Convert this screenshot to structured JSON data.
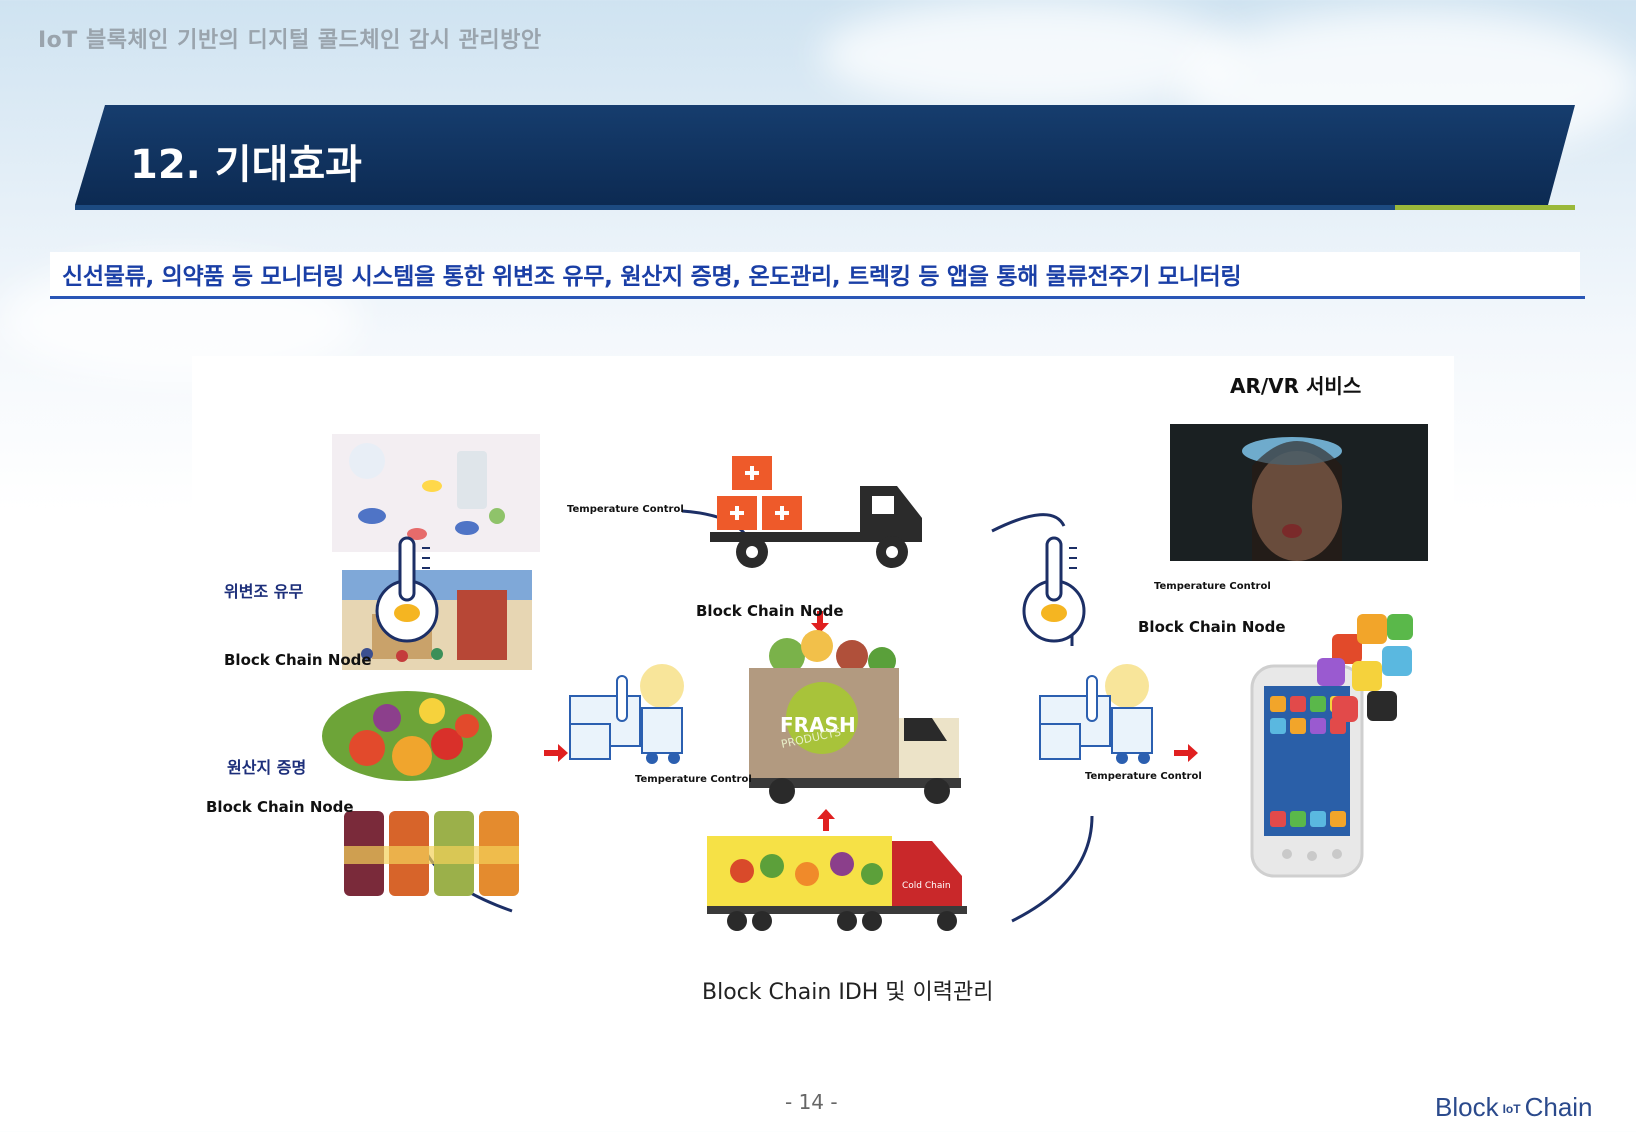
{
  "header": {
    "doc_title": "IoT 블록체인 기반의 디지털 콜드체인 감시 관리방안"
  },
  "title": {
    "text": "12. 기대효과"
  },
  "subtitle": {
    "text": "신선물류, 의약품 등 모니터링 시스템을 통한 위변조 유무, 원산지 증명, 온도관리, 트렉킹 등 앱을 통해  물류전주기  모니터링"
  },
  "diagram": {
    "arvr_title": "AR/VR 서비스",
    "labels": {
      "forgery": "위변조 유무",
      "origin": "원산지 증명",
      "node_left_1": "Block Chain Node",
      "node_left_2": "Block Chain Node",
      "node_center": "Block Chain Node",
      "node_right": "Block Chain Node",
      "temp_top_left": "Temperature Control",
      "temp_top_right": "Temperature Control",
      "temp_mid_left": "Temperature Control",
      "temp_mid_right": "Temperature Control",
      "frash": "FRASH",
      "products": "PRODUCTS",
      "cold_chain": "Cold Chain"
    },
    "caption": "Block Chain IDH 및 이력관리"
  },
  "footer": {
    "page_number": "- 14 -",
    "brand_left": "Block",
    "brand_mid": "IoT",
    "brand_right": "Chain"
  }
}
